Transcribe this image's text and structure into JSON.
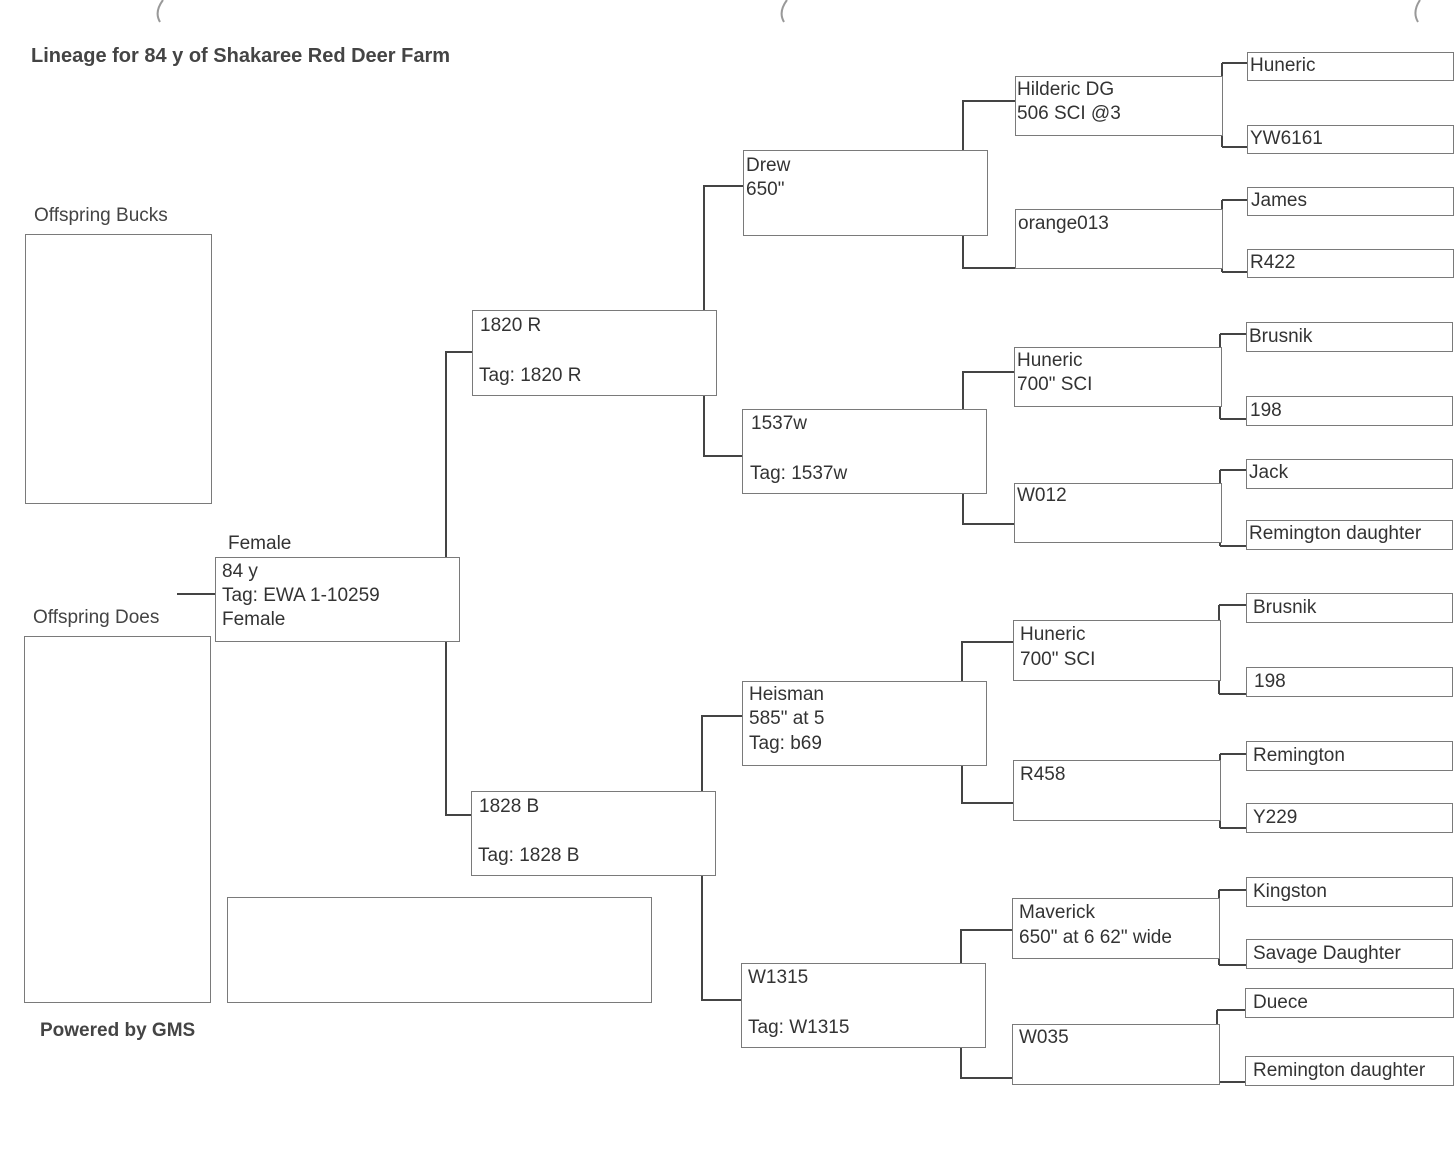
{
  "header": {
    "title": "Lineage for 84 y of Shakaree Red Deer Farm"
  },
  "offspring": {
    "bucks_label": "Offspring Bucks",
    "does_label": "Offspring Does"
  },
  "footer": {
    "powered": "Powered by GMS"
  },
  "subject": {
    "sex_label": "Female",
    "line1": "84 y",
    "line2": "Tag: EWA 1-10259",
    "line3": "Female"
  },
  "parents": {
    "sire": {
      "line1": "1820 R",
      "line2": "Tag: 1820 R"
    },
    "dam": {
      "line1": "1828 B",
      "line2": "Tag: 1828 B"
    }
  },
  "grandparents": {
    "drew": {
      "line1": "Drew",
      "line2": "650\""
    },
    "g1537w": {
      "line1": "1537w",
      "line2": "Tag: 1537w"
    },
    "heisman": {
      "line1": "Heisman",
      "line2": "585\" at 5",
      "line3": "Tag: b69"
    },
    "w1315": {
      "line1": "W1315",
      "line2": "Tag: W1315"
    }
  },
  "great_grandparents": {
    "hilderic": {
      "line1": "Hilderic DG",
      "line2": "506 SCI @3"
    },
    "orange013": {
      "line1": "orange013"
    },
    "huneric_a": {
      "line1": "Huneric",
      "line2": "700\" SCI"
    },
    "w012": {
      "line1": "W012"
    },
    "huneric_b": {
      "line1": "Huneric",
      "line2": "700\" SCI"
    },
    "r458": {
      "line1": "R458"
    },
    "maverick": {
      "line1": "Maverick",
      "line2": "650\" at 6  62\" wide"
    },
    "w035": {
      "line1": "W035"
    }
  },
  "g3": [
    "Huneric",
    "YW6161",
    "James",
    "R422",
    "Brusnik",
    "198",
    "Jack",
    "Remington daughter",
    "Brusnik",
    "198",
    "Remington",
    "Y229",
    "Kingston",
    "Savage Daughter",
    "Duece",
    "Remington daughter"
  ]
}
